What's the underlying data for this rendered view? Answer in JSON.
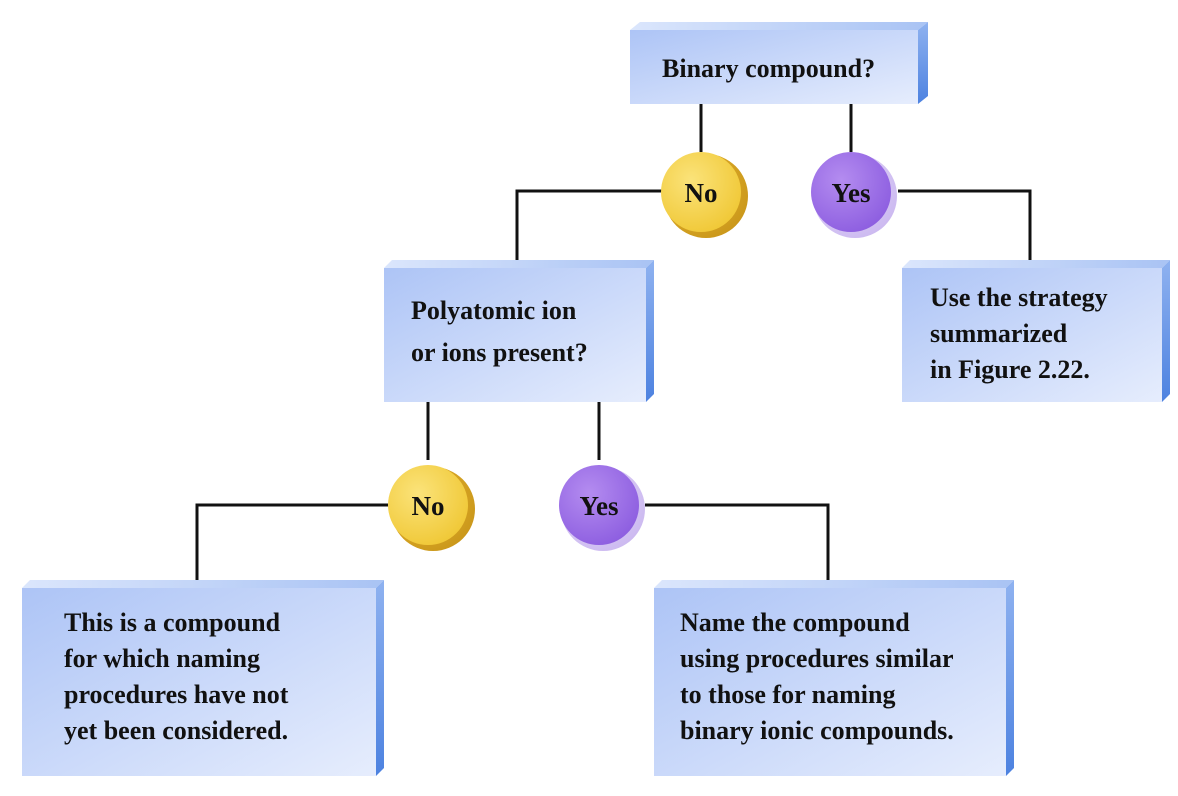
{
  "boxes": {
    "root": {
      "lines": [
        "Binary compound?"
      ]
    },
    "polyatomic": {
      "lines": [
        "Polyatomic ion",
        "or ions present?"
      ]
    },
    "strategy": {
      "lines": [
        "Use the strategy",
        "summarized",
        "in Figure 2.22."
      ]
    },
    "not_considered": {
      "lines": [
        "This is a compound",
        "for which naming",
        "procedures have not",
        "yet been considered."
      ]
    },
    "name_compound": {
      "lines": [
        "Name the compound",
        "using procedures similar",
        "to those for naming",
        "binary ionic compounds."
      ]
    }
  },
  "answers": {
    "root_no": "No",
    "root_yes": "Yes",
    "poly_no": "No",
    "poly_yes": "Yes"
  },
  "colors": {
    "box_fill_start": "#b3c9f7",
    "box_fill_end": "#e4ecfd",
    "box_side": "#5b8fe6",
    "no_badge": "#f2cf48",
    "yes_badge": "#9a6fe6",
    "line": "#111111"
  }
}
